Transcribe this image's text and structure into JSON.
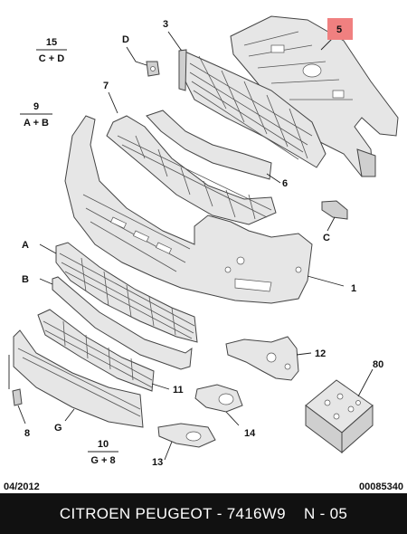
{
  "callouts": {
    "c1": "1",
    "c3": "3",
    "c5": "5",
    "c6": "6",
    "c7": "7",
    "c8": "8",
    "c9": "9",
    "c10": "10",
    "c11": "11",
    "c12": "12",
    "c13": "13",
    "c14": "14",
    "c15": "15",
    "c80": "80",
    "cA": "A",
    "cB": "B",
    "cC": "C",
    "cD": "D",
    "cG": "G"
  },
  "fractions": {
    "f15_sub": "C + D",
    "f9_sub": "A + B",
    "f10_sub": "G + 8"
  },
  "highlight_color": "#f08080",
  "date_code": "04/2012",
  "doc_number": "00085340",
  "footer": {
    "brand": "CITROEN PEUGEOT",
    "separator": " - ",
    "part_code": "7416W9",
    "page": "N - 05"
  }
}
